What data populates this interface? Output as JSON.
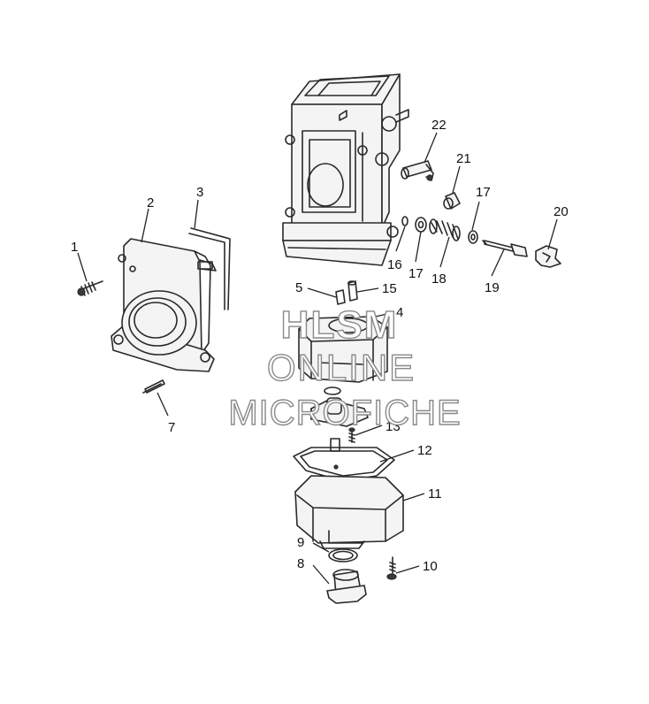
{
  "watermark": {
    "line1": "HLSM",
    "line2": "ONLINE",
    "line3": "MICROFICHE"
  },
  "callouts": [
    {
      "id": "c1",
      "label": "1"
    },
    {
      "id": "c2",
      "label": "2"
    },
    {
      "id": "c3",
      "label": "3"
    },
    {
      "id": "c4",
      "label": "4"
    },
    {
      "id": "c5",
      "label": "5"
    },
    {
      "id": "c7",
      "label": "7"
    },
    {
      "id": "c8",
      "label": "8"
    },
    {
      "id": "c9",
      "label": "9"
    },
    {
      "id": "c10",
      "label": "10"
    },
    {
      "id": "c11",
      "label": "11"
    },
    {
      "id": "c12",
      "label": "12"
    },
    {
      "id": "c13",
      "label": "13"
    },
    {
      "id": "c15",
      "label": "15"
    },
    {
      "id": "c16",
      "label": "16"
    },
    {
      "id": "c17a",
      "label": "17"
    },
    {
      "id": "c17b",
      "label": "17"
    },
    {
      "id": "c18",
      "label": "18"
    },
    {
      "id": "c19",
      "label": "19"
    },
    {
      "id": "c20",
      "label": "20"
    },
    {
      "id": "c21",
      "label": "21"
    },
    {
      "id": "c22",
      "label": "22"
    }
  ]
}
